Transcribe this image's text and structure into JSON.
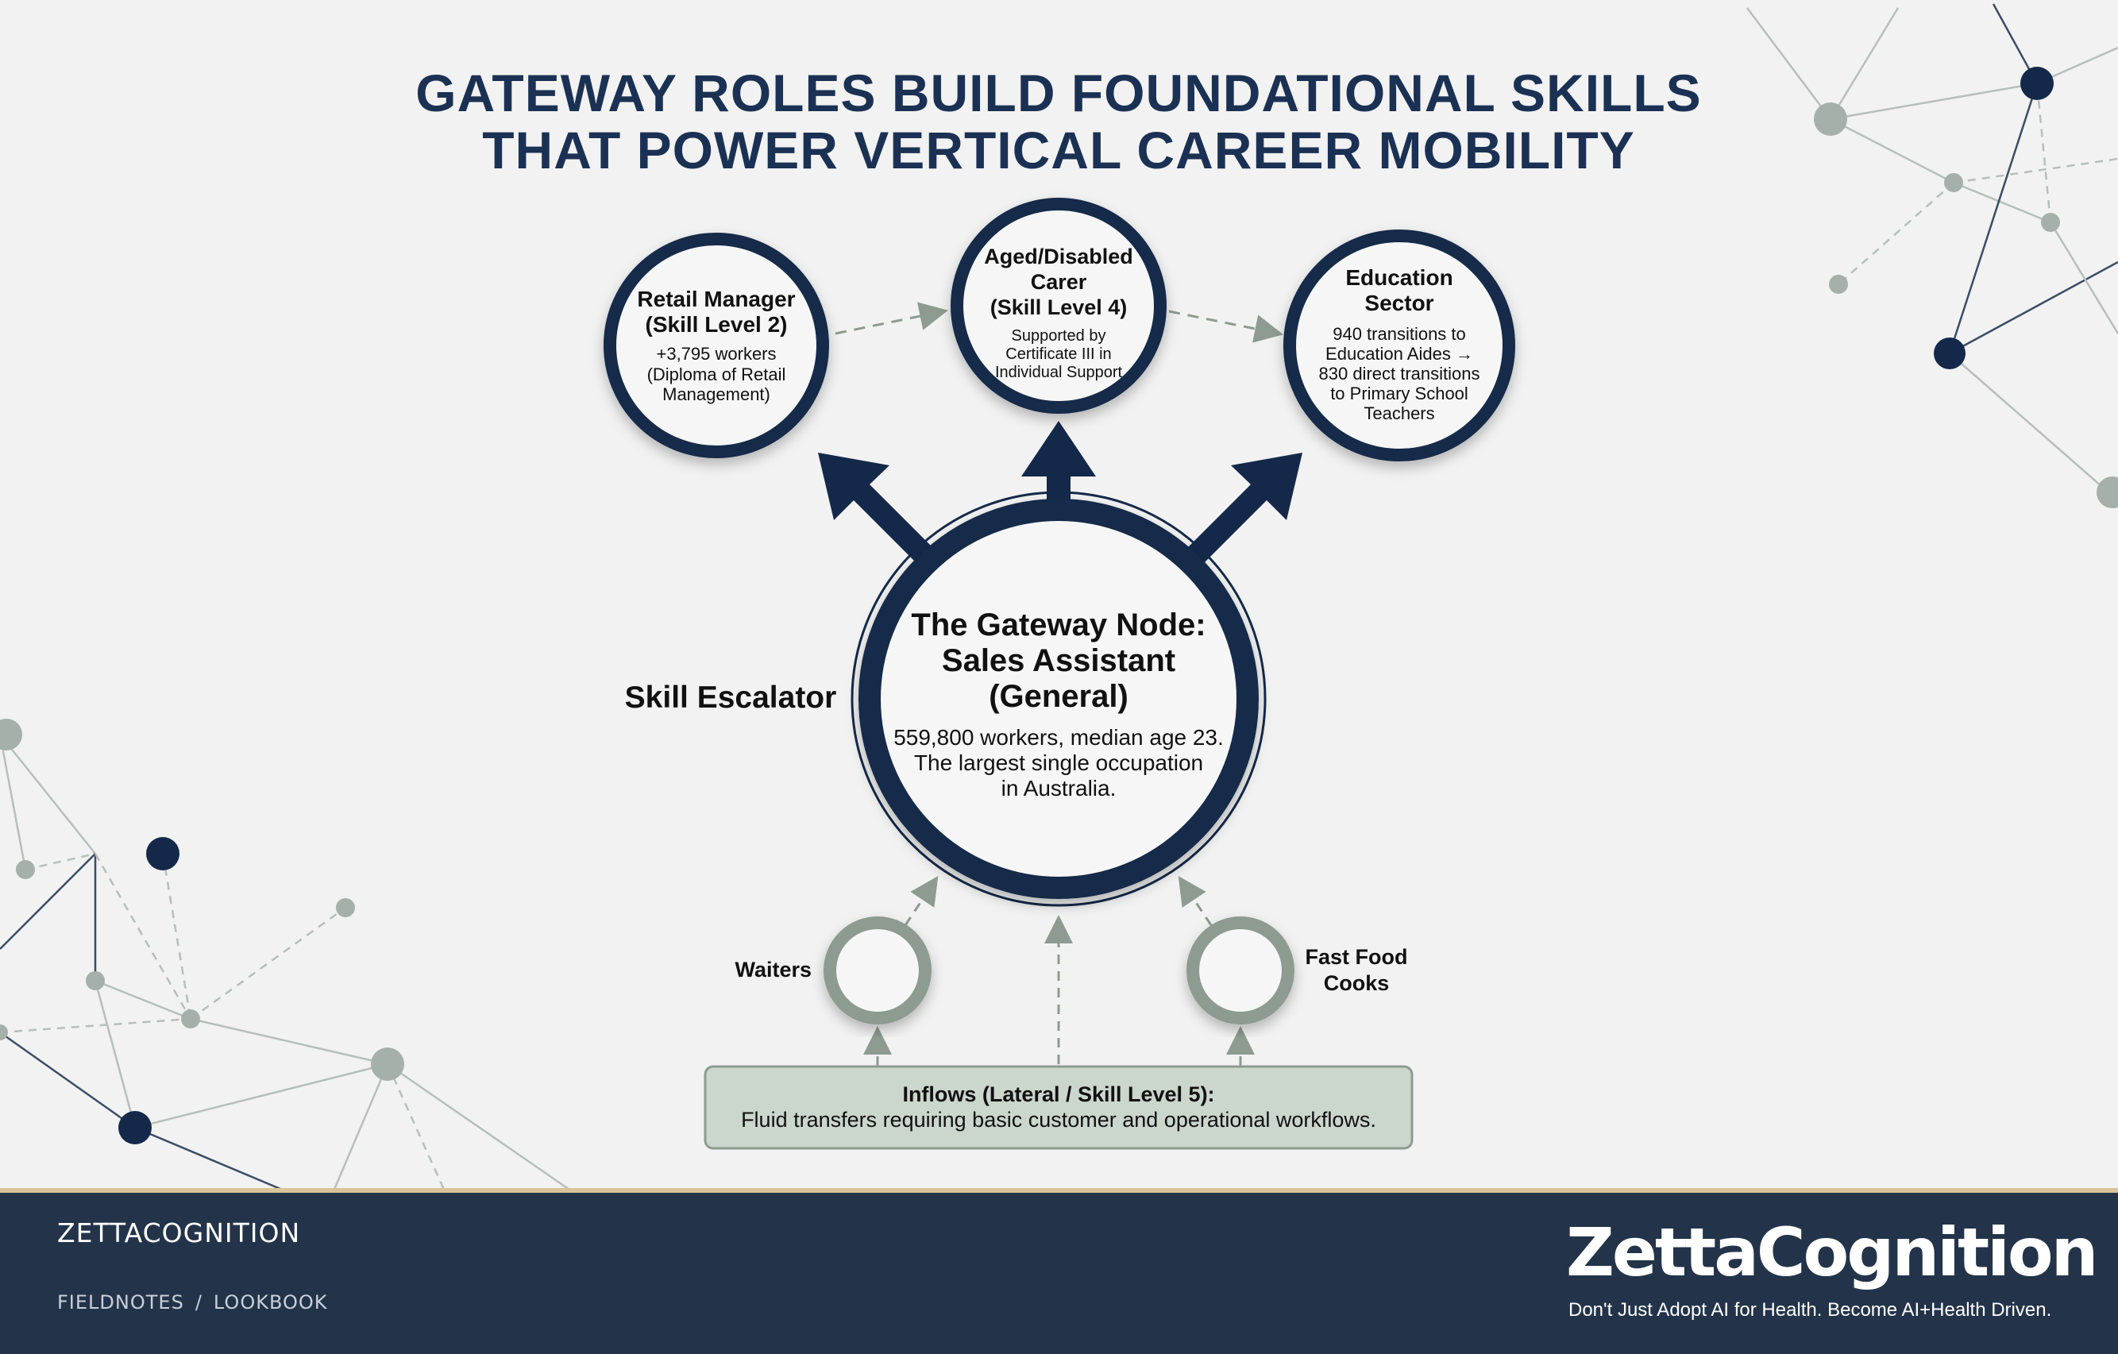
{
  "title": {
    "line1": "GATEWAY ROLES BUILD FOUNDATIONAL SKILLS",
    "line2": "THAT POWER VERTICAL CAREER MOBILITY"
  },
  "nodes": {
    "retail_manager": {
      "title1": "Retail Manager",
      "title2": "(Skill Level 2)",
      "detail1": "+3,795 workers",
      "detail2": "(Diploma of Retail",
      "detail3": "Management)"
    },
    "aged_carer": {
      "title1": "Aged/Disabled",
      "title2": "Carer",
      "title3": "(Skill Level 4)",
      "detail1": "Supported by",
      "detail2": "Certificate III in",
      "detail3": "Individual Support"
    },
    "education": {
      "title1": "Education",
      "title2": "Sector",
      "detail1": "940 transitions to",
      "detail2": "Education Aides →",
      "detail3": "830 direct transitions",
      "detail4": "to Primary School",
      "detail5": "Teachers"
    },
    "gateway": {
      "title1": "The Gateway Node:",
      "title2": "Sales Assistant",
      "title3": "(General)",
      "detail1": "559,800 workers, median age 23.",
      "detail2": "The largest single occupation",
      "detail3": "in Australia."
    },
    "waiters": {
      "label": "Waiters"
    },
    "fast_food": {
      "label1": "Fast Food",
      "label2": "Cooks"
    }
  },
  "skill_escalator_label": "Skill Escalator",
  "inflows": {
    "title": "Inflows (Lateral / Skill Level 5):",
    "detail": "Fluid transfers requiring basic customer and operational workflows."
  },
  "footer": {
    "brand": "ZETTACOGNITION",
    "breadcrumb": [
      "FIELDNOTES",
      "LOOKBOOK"
    ],
    "breadcrumb_separator": "/",
    "logo_text": "ZettaCognition",
    "tagline": "Don't Just Adopt AI for Health. Become AI+Health Driven."
  },
  "colors": {
    "navy": "#14294a",
    "sage": "#8d9b91",
    "inflow_box": "#cbd6cc",
    "background": "#f1f2f1",
    "footer": "#23344a",
    "accent": "#d9c39a"
  }
}
